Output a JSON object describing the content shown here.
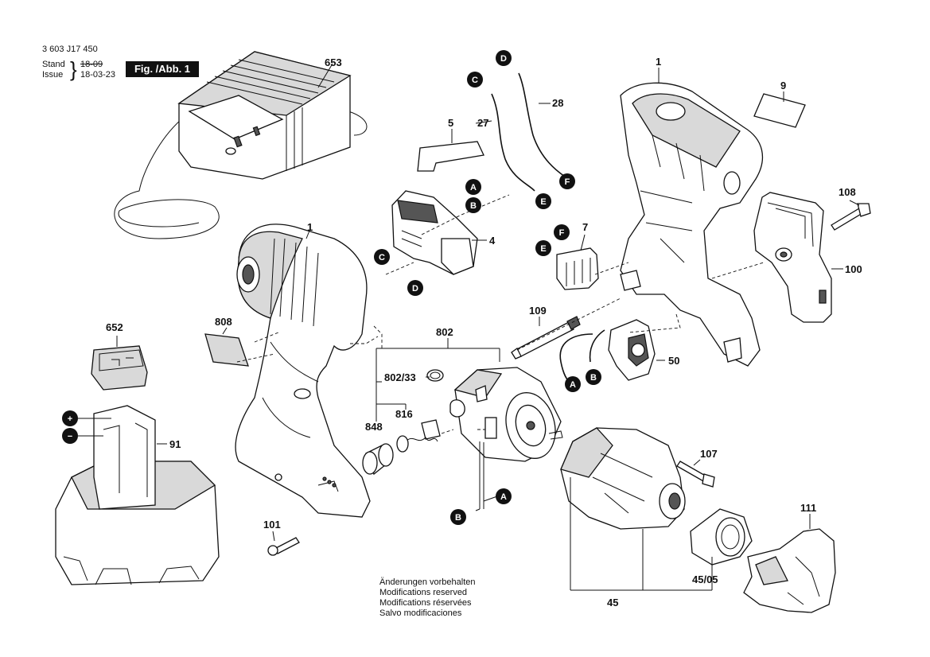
{
  "header": {
    "doc_number": "3 603 J17 450",
    "stand_label": "Stand",
    "issue_label": "Issue",
    "stand_date_old": "18-09",
    "issue_date": "18-03-23",
    "figure_label": "Fig. /Abb. 1"
  },
  "parts": {
    "p653": "653",
    "p1a": "1",
    "p1b": "1",
    "p9": "9",
    "p27": "27",
    "p28": "28",
    "p5": "5",
    "p4": "4",
    "p7": "7",
    "p108": "108",
    "p100": "100",
    "p652": "652",
    "p808": "808",
    "p109": "109",
    "p802": "802",
    "p802_33": "802/33",
    "p848": "848",
    "p816": "816",
    "p50": "50",
    "p91": "91",
    "p107": "107",
    "p101": "101",
    "p111": "111",
    "p45_05": "45/05",
    "p45": "45"
  },
  "connectors": {
    "a": "A",
    "b": "B",
    "c": "C",
    "d": "D",
    "e": "E",
    "f": "F"
  },
  "battery_symbols": {
    "plus": "+",
    "minus": "−"
  },
  "notes": [
    "Änderungen vorbehalten",
    "Modifications reserved",
    "Modifications réservées",
    "Salvo modificaciones"
  ]
}
